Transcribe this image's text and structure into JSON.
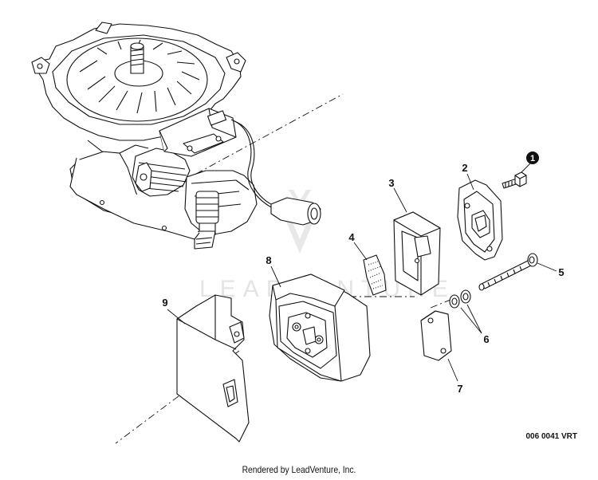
{
  "watermark": "LEADVENTURE",
  "doc_number": "006 0041 VRT",
  "credit": "Rendered by LeadVenture, Inc.",
  "callouts": [
    {
      "id": "1",
      "label": "1",
      "filled": true
    },
    {
      "id": "2",
      "label": "2",
      "filled": false
    },
    {
      "id": "3",
      "label": "3",
      "filled": false
    },
    {
      "id": "4",
      "label": "4",
      "filled": false
    },
    {
      "id": "5",
      "label": "5",
      "filled": false
    },
    {
      "id": "6",
      "label": "6",
      "filled": false
    },
    {
      "id": "7",
      "label": "7",
      "filled": false
    },
    {
      "id": "8",
      "label": "8",
      "filled": false
    },
    {
      "id": "9",
      "label": "9",
      "filled": false
    }
  ],
  "colors": {
    "line": "#111111",
    "background": "#ffffff",
    "watermark": "#e4e4e4"
  }
}
